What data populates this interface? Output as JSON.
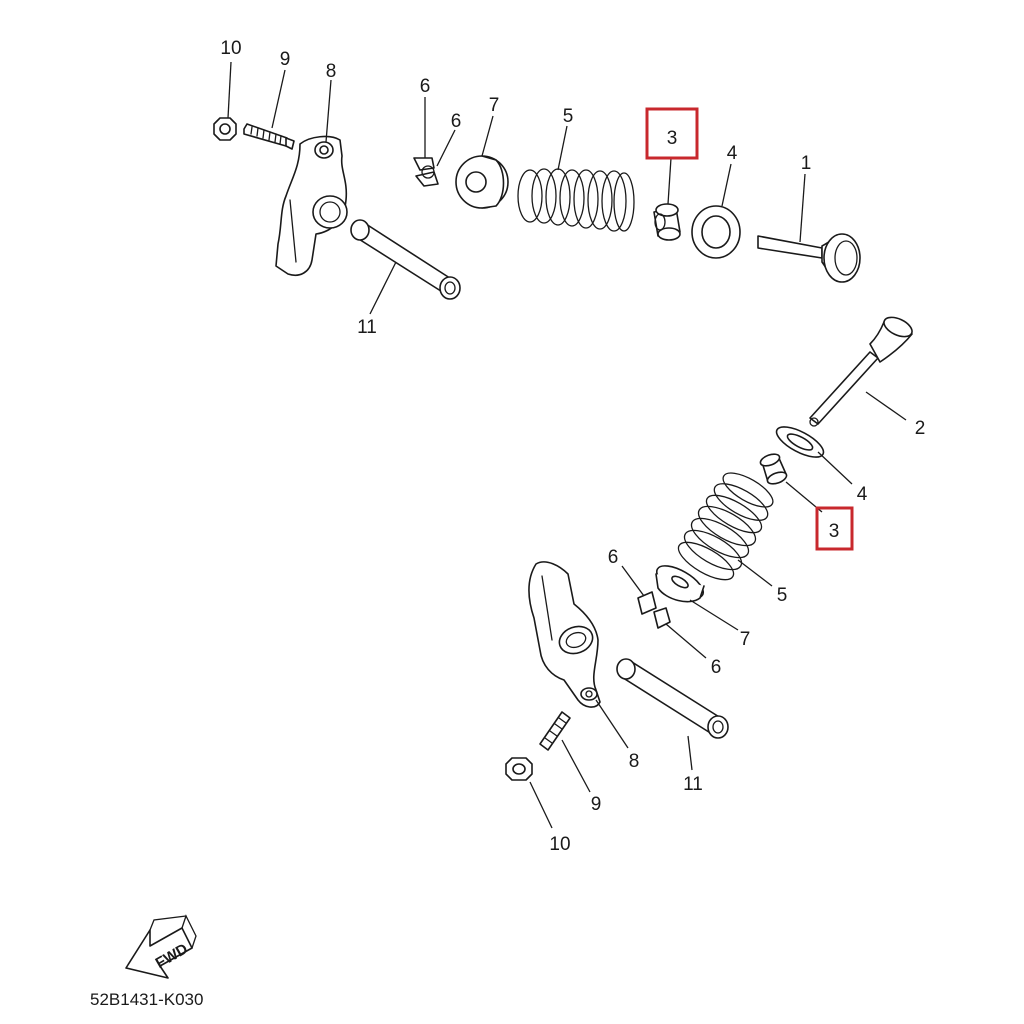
{
  "colors": {
    "highlight": "#c8282d",
    "line": "#1a1a1a"
  },
  "callouts": {
    "top": {
      "c10": "10",
      "c9": "9",
      "c8": "8",
      "c6a": "6",
      "c6b": "6",
      "c7": "7",
      "c5": "5",
      "c3": "3",
      "c4": "4",
      "c1": "1",
      "c11": "11"
    },
    "bottom": {
      "c2": "2",
      "c4": "4",
      "c3": "3",
      "c5": "5",
      "c6a": "6",
      "c7": "7",
      "c6b": "6",
      "c8": "8",
      "c11": "11",
      "c9": "9",
      "c10": "10"
    }
  },
  "highlighted_parts": [
    "3"
  ],
  "fwd_label": "FWD",
  "diagram_code": "52B1431-K030"
}
